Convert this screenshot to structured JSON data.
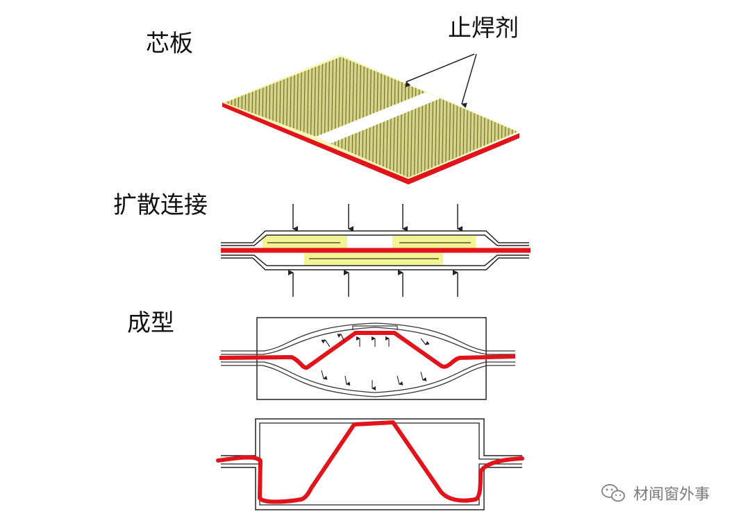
{
  "labels": {
    "core_board": "芯板",
    "stop_off": "止焊剂",
    "diffusion_bonding": "扩散连接",
    "forming": "成型"
  },
  "watermark": {
    "text": "材闻窗外事",
    "icon": "wechat-icon"
  },
  "colors": {
    "sheet_red": "#e0141a",
    "stop_off_fill": "#c9c76a",
    "stop_off_glow": "#eef27a",
    "outline": "#222222"
  }
}
